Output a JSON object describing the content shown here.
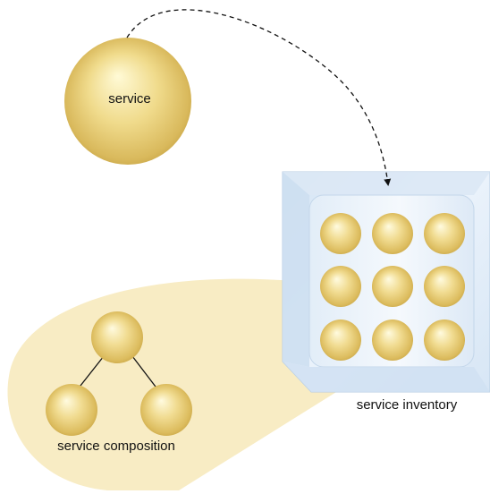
{
  "labels": {
    "service": "service",
    "inventory": "service inventory",
    "composition": "service composition"
  },
  "colors": {
    "sphere_light": "#fffbe0",
    "sphere_mid": "#efd98a",
    "sphere_dark": "#cfac4a",
    "composition_fill": "#f8ecc4",
    "inventory_glass": "#dce9f6",
    "inventory_edge": "#b7cde3",
    "connector": "#111111"
  },
  "inventory": {
    "rows": 3,
    "columns": 3
  }
}
